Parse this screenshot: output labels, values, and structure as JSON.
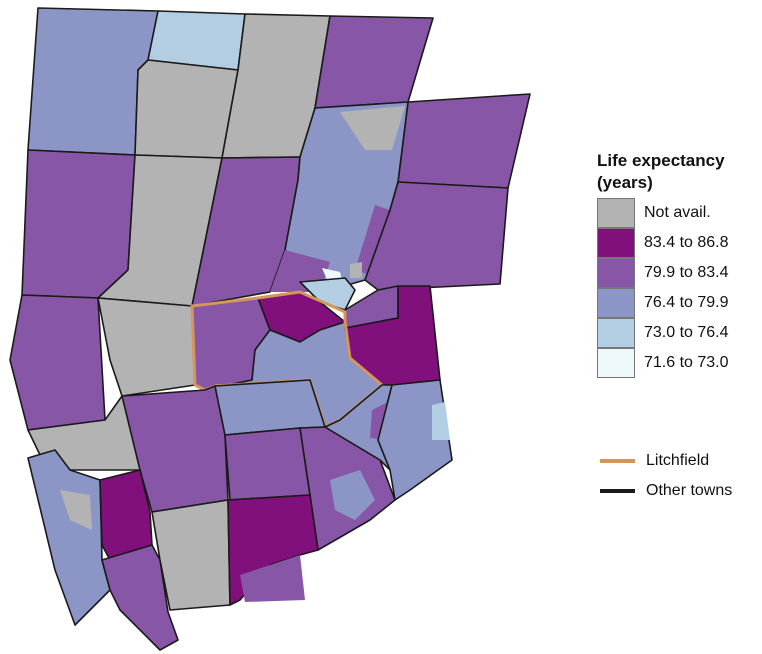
{
  "legend": {
    "title_line1": "Life expectancy",
    "title_line2": "(years)",
    "bins": [
      {
        "label": "Not avail.",
        "color": "#b3b3b3"
      },
      {
        "label": "83.4 to 86.8",
        "color": "#810f7c"
      },
      {
        "label": "79.9 to 83.4",
        "color": "#8856a7"
      },
      {
        "label": "76.4 to 79.9",
        "color": "#8c96c6"
      },
      {
        "label": "73.0 to 76.4",
        "color": "#b3cde3"
      },
      {
        "label": "71.6 to 73.0",
        "color": "#edf8fb"
      }
    ],
    "lines": [
      {
        "label": "Litchfield",
        "color": "#d4965a"
      },
      {
        "label": "Other towns",
        "color": "#1a1a1a"
      }
    ]
  }
}
